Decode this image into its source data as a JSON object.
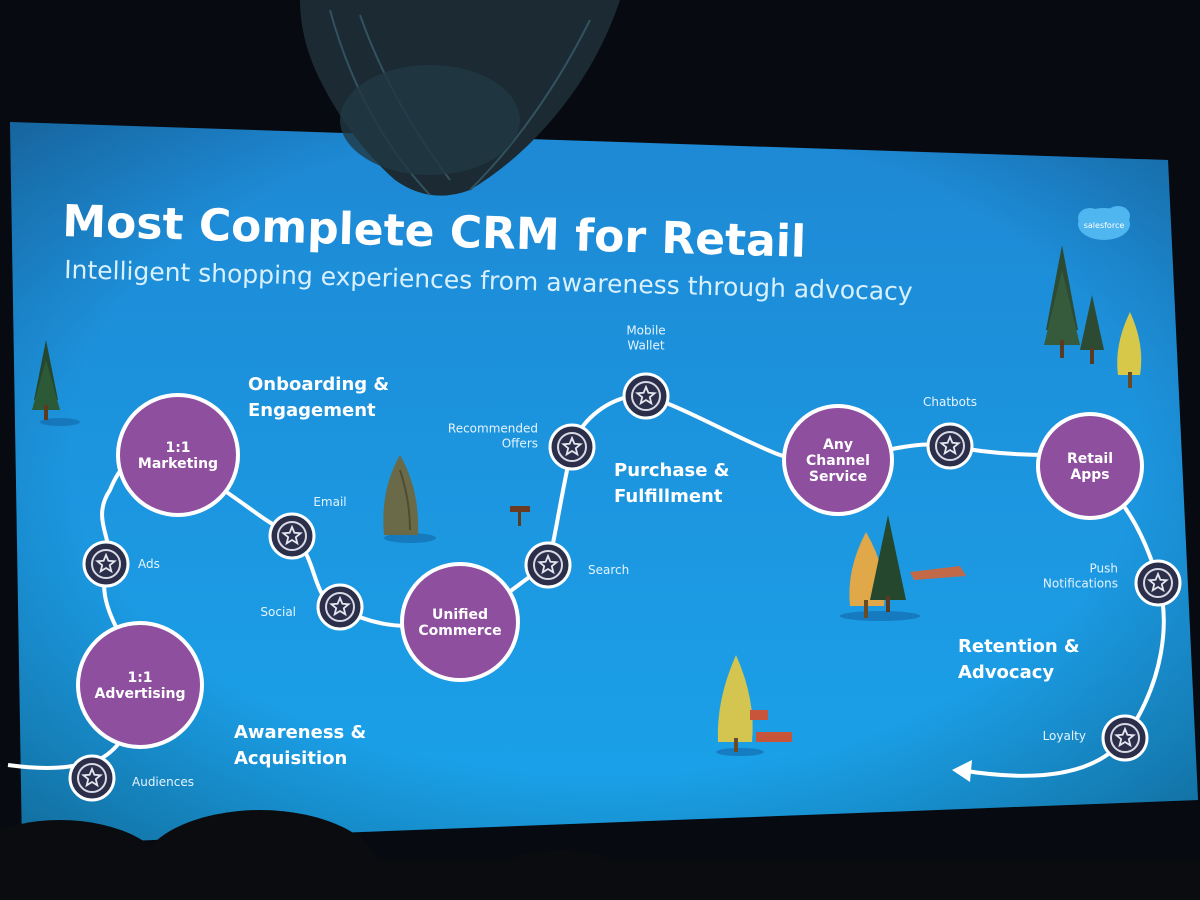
{
  "slide": {
    "title": "Most Complete CRM for Retail",
    "subtitle": "Intelligent shopping experiences from awareness through advocacy",
    "logo_text": "salesforce"
  },
  "stages": [
    {
      "id": "onboarding",
      "lines": [
        "Onboarding &",
        "Engagement"
      ]
    },
    {
      "id": "purchase",
      "lines": [
        "Purchase &",
        "Fulfillment"
      ]
    },
    {
      "id": "retention",
      "lines": [
        "Retention &",
        "Advocacy"
      ]
    },
    {
      "id": "awareness",
      "lines": [
        "Awareness &",
        "Acquisition"
      ]
    }
  ],
  "hubs": [
    {
      "id": "marketing",
      "lines": [
        "1:1",
        "Marketing"
      ]
    },
    {
      "id": "advertising",
      "lines": [
        "1:1",
        "Advertising"
      ]
    },
    {
      "id": "unified-commerce",
      "lines": [
        "Unified",
        "Commerce"
      ]
    },
    {
      "id": "any-channel-service",
      "lines": [
        "Any",
        "Channel",
        "Service"
      ]
    },
    {
      "id": "retail-apps",
      "lines": [
        "Retail",
        "Apps"
      ]
    }
  ],
  "touchpoints": [
    {
      "id": "ads",
      "lines": [
        "Ads"
      ]
    },
    {
      "id": "email",
      "lines": [
        "Email"
      ]
    },
    {
      "id": "social",
      "lines": [
        "Social"
      ]
    },
    {
      "id": "recommended-offers",
      "lines": [
        "Recommended",
        "Offers"
      ]
    },
    {
      "id": "search",
      "lines": [
        "Search"
      ]
    },
    {
      "id": "mobile-wallet",
      "lines": [
        "Mobile",
        "Wallet"
      ]
    },
    {
      "id": "chatbots",
      "lines": [
        "Chatbots"
      ]
    },
    {
      "id": "push-notifications",
      "lines": [
        "Push",
        "Notifications"
      ]
    },
    {
      "id": "loyalty",
      "lines": [
        "Loyalty"
      ]
    },
    {
      "id": "audiences",
      "lines": [
        "Audiences"
      ]
    }
  ],
  "colors": {
    "room": "#070a10",
    "screen_top": "#1f8ed8",
    "screen_bottom": "#1a9fe6",
    "path": "#ffffff",
    "hub_fill": "#8e4f9e",
    "touchpoint_fill": "#2b2f4a",
    "text": "#ffffff"
  },
  "icons": {
    "touchpoint": "star-icon",
    "flow_end": "arrowhead-icon",
    "logo": "salesforce-cloud-icon"
  }
}
